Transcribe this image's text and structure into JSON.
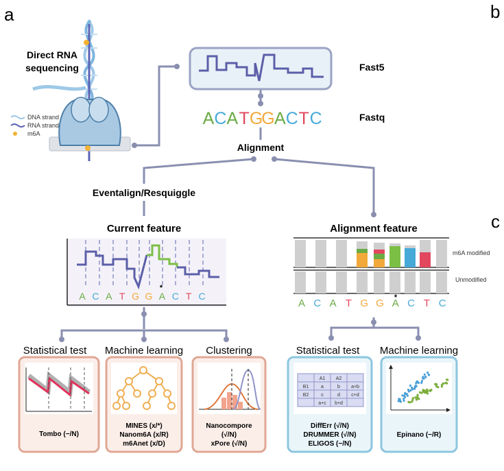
{
  "panel_labels": {
    "a": "a",
    "b": "b",
    "c": "c"
  },
  "top": {
    "direct_rna_title_line1": "Direct RNA",
    "direct_rna_title_line2": "sequencing",
    "legend": [
      {
        "label": "DNA  strand",
        "color": "#9ec9e8"
      },
      {
        "label": "RNA  strand",
        "color": "#5b63b5"
      },
      {
        "label": "m6A",
        "color": "#f2b233"
      }
    ],
    "fast5_label": "Fast5",
    "fastq_label": "Fastq",
    "fastq_sequence": [
      {
        "ch": "A",
        "color": "#6aab45"
      },
      {
        "ch": "C",
        "color": "#46a9d8"
      },
      {
        "ch": "A",
        "color": "#6aab45"
      },
      {
        "ch": "T",
        "color": "#e2475e"
      },
      {
        "ch": "G",
        "color": "#f2a93b"
      },
      {
        "ch": "G",
        "color": "#f2a93b"
      },
      {
        "ch": "A",
        "color": "#6aab45"
      },
      {
        "ch": "C",
        "color": "#46a9d8"
      },
      {
        "ch": "T",
        "color": "#e2475e"
      },
      {
        "ch": "C",
        "color": "#46a9d8"
      }
    ],
    "alignment_label": "Alignment"
  },
  "left_branch": {
    "eventalign_label": "Eventalign/Resquiggle",
    "current_feature_title": "Current feature",
    "sequence": [
      {
        "ch": "A",
        "color": "#6aab45"
      },
      {
        "ch": "C",
        "color": "#46a9d8"
      },
      {
        "ch": "A",
        "color": "#6aab45"
      },
      {
        "ch": "T",
        "color": "#e2475e"
      },
      {
        "ch": "G",
        "color": "#f2a93b"
      },
      {
        "ch": "G",
        "color": "#f2a93b"
      },
      {
        "ch": "A",
        "color": "#6aab45"
      },
      {
        "ch": "C",
        "color": "#46a9d8"
      },
      {
        "ch": "T",
        "color": "#e2475e"
      },
      {
        "ch": "C",
        "color": "#46a9d8"
      }
    ],
    "star": "*",
    "categories": [
      {
        "title": "Statistical test",
        "tools": [
          "Tombo (−/N)"
        ]
      },
      {
        "title": "Machine learning",
        "tools": [
          "MINES (x/*)",
          "Nanom6A (x/R)",
          "m6Anet (x/D)"
        ]
      },
      {
        "title": "Clustering",
        "tools": [
          "Nanocompore",
          "(√/N)",
          "xPore (√/N)"
        ]
      }
    ]
  },
  "right_branch": {
    "alignment_feature_title": "Alignment feature",
    "row_labels": {
      "modified": "m6A modified",
      "unmodified": "Unmodified"
    },
    "sequence": [
      {
        "ch": "A",
        "color": "#6aab45"
      },
      {
        "ch": "C",
        "color": "#46a9d8"
      },
      {
        "ch": "A",
        "color": "#6aab45"
      },
      {
        "ch": "T",
        "color": "#e2475e"
      },
      {
        "ch": "G",
        "color": "#f2a93b"
      },
      {
        "ch": "G",
        "color": "#f2a93b"
      },
      {
        "ch": "A",
        "color": "#6aab45"
      },
      {
        "ch": "C",
        "color": "#46a9d8"
      },
      {
        "ch": "T",
        "color": "#e2475e"
      },
      {
        "ch": "C",
        "color": "#46a9d8"
      }
    ],
    "star": "*",
    "table_cells": {
      "header": [
        "A1",
        "A2"
      ],
      "rows": [
        [
          "B1",
          "a",
          "b",
          "a+b"
        ],
        [
          "B2",
          "c",
          "d",
          "c+d"
        ]
      ],
      "footer": [
        "a+c",
        "b+d"
      ]
    },
    "categories": [
      {
        "title": "Statistical test",
        "tools": [
          "DiffErr (√/N)",
          "DRUMMER (√/N)",
          "ELIGOS (−/N)"
        ]
      },
      {
        "title": "Machine learning",
        "tools": [
          "Epinano (−/R)"
        ]
      }
    ]
  },
  "colors": {
    "connector": "#8a8fb0",
    "signal": "#5b5ea8",
    "signal_highlight": "#7cbf45",
    "left_box_border": "#e0a796",
    "left_box_fill": "#fbeee8",
    "right_box_border": "#8cc6df",
    "right_box_fill": "#eaf5fa"
  }
}
